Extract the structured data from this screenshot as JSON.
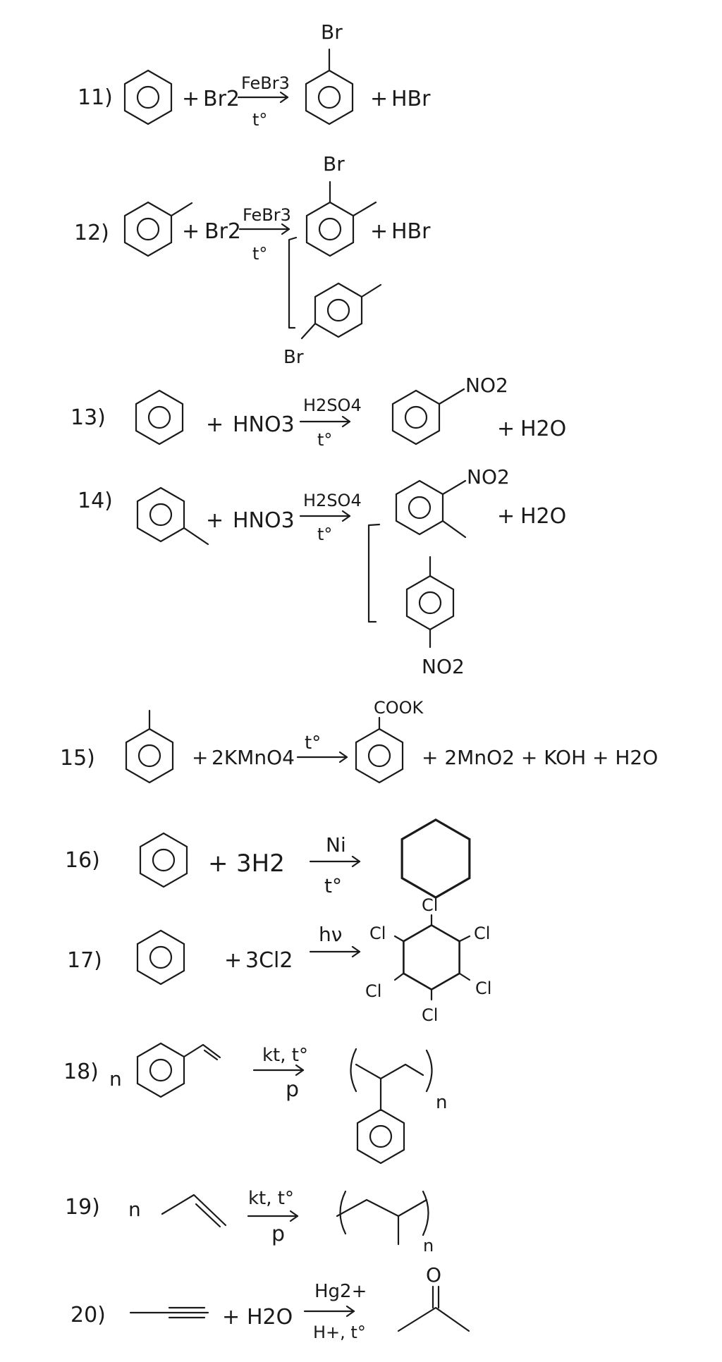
{
  "reactions": [
    {
      "num": "11)",
      "lhs_op1": "+",
      "lhs_reagent": "Br2",
      "cond_top": "FeBr3",
      "cond_bottom": "t°",
      "sub_top": "Br",
      "rhs_op": "+",
      "rhs_product": "HBr"
    },
    {
      "num": "12)",
      "lhs_op1": "+",
      "lhs_reagent": "Br2",
      "cond_top": "FeBr3",
      "cond_bottom": "t°",
      "sub_top": "Br",
      "sub_alt": "Br",
      "rhs_op": "+",
      "rhs_product": "HBr"
    },
    {
      "num": "13)",
      "lhs_op1": "+",
      "lhs_reagent": "HNO3",
      "cond_top": "H2SO4",
      "cond_bottom": "t°",
      "sub_top": "NO2",
      "rhs_op": "+",
      "rhs_product": "H2O"
    },
    {
      "num": "14)",
      "lhs_op1": "+",
      "lhs_reagent": "HNO3",
      "cond_top": "H2SO4",
      "cond_bottom": "t°",
      "sub_top": "NO2",
      "sub_alt": "NO2",
      "rhs_op": "+",
      "rhs_product": "H2O"
    },
    {
      "num": "15)",
      "lhs_op1": "+",
      "lhs_reagent": "2KMnO4",
      "cond_top": "t°",
      "sub_top": "COOK",
      "rhs_products": "+ 2MnO2 + KOH + H2O"
    },
    {
      "num": "16)",
      "lhs_op1": "+",
      "lhs_reagent": "3H2",
      "cond_top": "Ni",
      "cond_bottom": "t°"
    },
    {
      "num": "17)",
      "lhs_op1": "+",
      "lhs_reagent": "3Cl2",
      "cond_top": "hν",
      "cl": "Cl"
    },
    {
      "num": "18)",
      "coef": "n",
      "cond_top": "kt, t°",
      "cond_bottom": "p",
      "sub_n": "n"
    },
    {
      "num": "19)",
      "coef": "n",
      "cond_top": "kt, t°",
      "cond_bottom": "p",
      "sub_n": "n"
    },
    {
      "num": "20)",
      "lhs_op1": "+",
      "lhs_reagent": "H2O",
      "cond_top": "Hg2+",
      "cond_bottom": "H+, t°",
      "sub_top": "O"
    }
  ]
}
